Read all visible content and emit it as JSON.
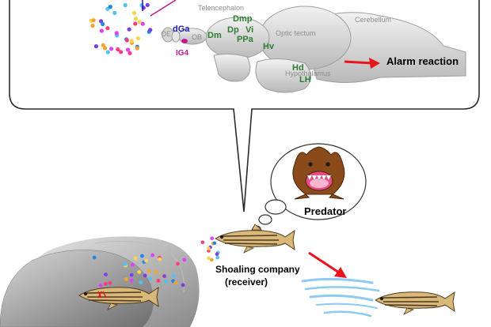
{
  "brain_regions": {
    "telencephalon": "Telencephalon",
    "cerebellum": "Cerebellum",
    "optic_tectum": "Optic tectum",
    "hypothalamus": "Hypothalamus",
    "oe": "OE",
    "ob": "OB"
  },
  "nuclei": {
    "dga": "dGa",
    "ig4": "IG4",
    "dm": "Dm",
    "dmp": "Dmp",
    "dp": "Dp",
    "vi": "Vi",
    "ppa": "PPa",
    "hv": "Hv",
    "hd": "Hd",
    "lh": "LH"
  },
  "labels": {
    "alarm_reaction": "Alarm reaction",
    "predator": "Predator",
    "shoaling_line1": "Shoaling company",
    "shoaling_line2": "(receiver)"
  },
  "colors": {
    "arrow": "#e8141c",
    "nucleus_green": "#2e7d32",
    "nucleus_blue": "#1b1bb0",
    "nucleus_pink": "#c2188f",
    "dot_palette": [
      "#ff3b7f",
      "#4fc3f7",
      "#f4a236",
      "#7b3fe4",
      "#ffd54f",
      "#e040fb",
      "#1e88e5"
    ]
  }
}
